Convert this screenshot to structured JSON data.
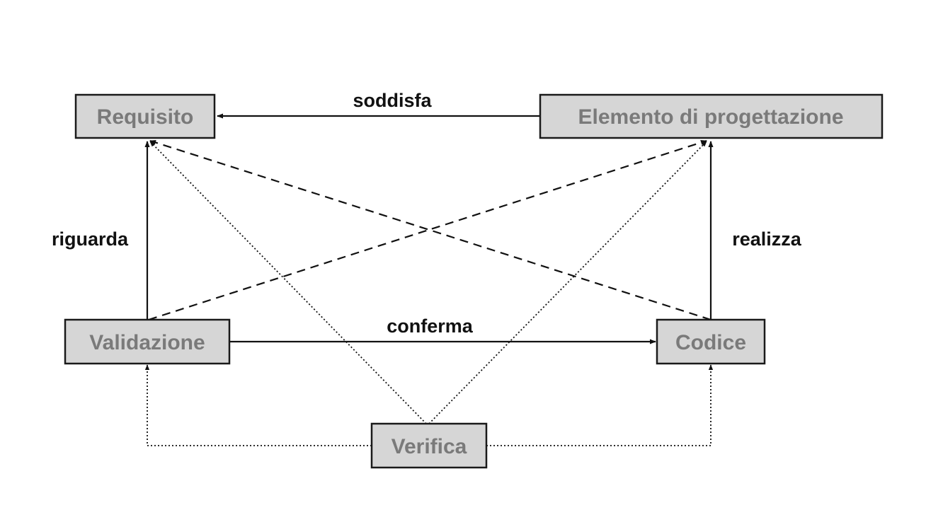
{
  "diagram": {
    "nodes": {
      "requisito": "Requisito",
      "elemento": "Elemento di progettazione",
      "validazione": "Validazione",
      "codice": "Codice",
      "verifica": "Verifica"
    },
    "edge_labels": {
      "soddisfa": "soddisfa",
      "riguarda": "riguarda",
      "realizza": "realizza",
      "conferma": "conferma"
    },
    "edges": [
      {
        "from": "elemento",
        "to": "requisito",
        "label": "soddisfa",
        "style": "solid"
      },
      {
        "from": "validazione",
        "to": "requisito",
        "label": "riguarda",
        "style": "solid"
      },
      {
        "from": "codice",
        "to": "elemento",
        "label": "realizza",
        "style": "solid"
      },
      {
        "from": "validazione",
        "to": "codice",
        "label": "conferma",
        "style": "solid"
      },
      {
        "from": "validazione",
        "to": "elemento",
        "label": "",
        "style": "dashed"
      },
      {
        "from": "codice",
        "to": "requisito",
        "label": "",
        "style": "dashed"
      },
      {
        "from": "verifica",
        "to": "requisito",
        "label": "",
        "style": "dotted"
      },
      {
        "from": "verifica",
        "to": "elemento",
        "label": "",
        "style": "dotted"
      },
      {
        "from": "verifica",
        "to": "validazione",
        "label": "",
        "style": "dotted"
      },
      {
        "from": "verifica",
        "to": "codice",
        "label": "",
        "style": "dotted"
      }
    ]
  }
}
